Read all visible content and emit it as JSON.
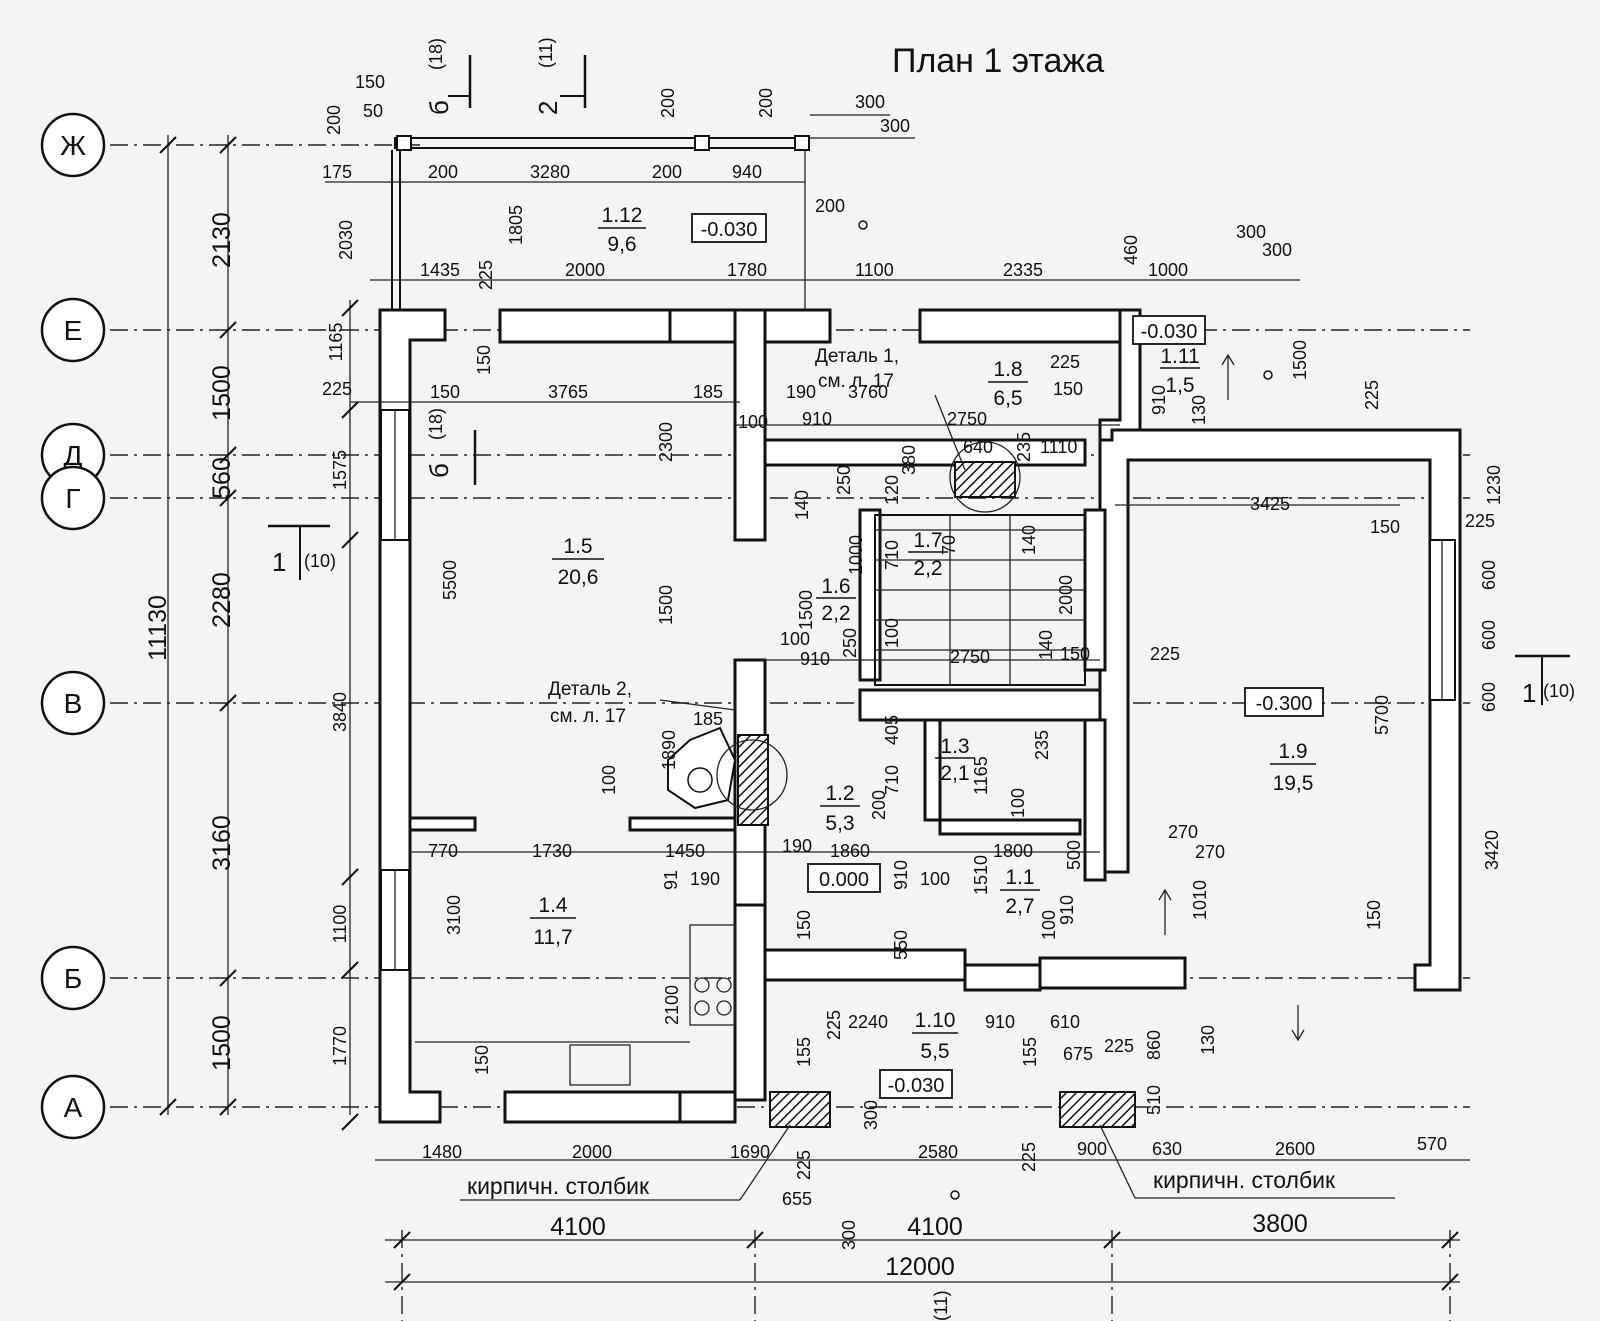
{
  "title": "План 1 этажа",
  "axes": {
    "rows": [
      "Ж",
      "Е",
      "Д",
      "Г",
      "В",
      "Б",
      "А"
    ]
  },
  "rooms": [
    {
      "id": "1.12",
      "area": "9,6",
      "level": "-0.030"
    },
    {
      "id": "1.8",
      "area": "6,5"
    },
    {
      "id": "1.11",
      "area": "1,5",
      "level": "-0.030"
    },
    {
      "id": "1.5",
      "area": "20,6"
    },
    {
      "id": "1.7",
      "area": "2,2"
    },
    {
      "id": "1.6",
      "area": "2,2"
    },
    {
      "id": "1.9",
      "area": "19,5",
      "level": "-0.300"
    },
    {
      "id": "1.2",
      "area": "5,3",
      "level": "0.000"
    },
    {
      "id": "1.3",
      "area": "2,1"
    },
    {
      "id": "1.1",
      "area": "2,7"
    },
    {
      "id": "1.4",
      "area": "11,7"
    },
    {
      "id": "1.10",
      "area": "5,5",
      "level": "-0.030"
    }
  ],
  "notes": {
    "detail1_a": "Деталь 1,",
    "detail1_b": "см. л. 17",
    "detail2_a": "Деталь 2,",
    "detail2_b": "см. л. 17",
    "pillar_left": "кирпичн. столбик",
    "pillar_right": "кирпичн. столбик"
  },
  "section_marks": {
    "b18": "б",
    "b18_ref": "(18)",
    "s2": "2",
    "s2_ref": "(11)",
    "s1": "1",
    "s1_ref": "(10)",
    "bottom_ref": "(11)"
  },
  "dims_left_outer": [
    "2130",
    "1500",
    "560",
    "2280",
    "3160",
    "1500",
    "11130"
  ],
  "dims_left_inner": [
    "2030",
    "1165",
    "225",
    "1575",
    "3840",
    "1100",
    "1770"
  ],
  "dims_bottom": [
    "4100",
    "4100",
    "3800",
    "12000",
    "1480",
    "2000",
    "1690",
    "2580",
    "900",
    "630",
    "2600",
    "570",
    "655",
    "225",
    "300",
    "225"
  ],
  "dims_top": [
    "150",
    "50",
    "200",
    "175",
    "200",
    "3280",
    "200",
    "940",
    "200",
    "200",
    "300",
    "300",
    "200",
    "1805",
    "1435",
    "225",
    "2000",
    "1780",
    "1100",
    "2335",
    "460",
    "1000",
    "300",
    "300",
    "1500",
    "225"
  ],
  "dims_interior": [
    "150",
    "3765",
    "185",
    "190",
    "3760",
    "225",
    "150",
    "910",
    "130",
    "100",
    "910",
    "2750",
    "380",
    "640",
    "235",
    "1110",
    "2300",
    "5500",
    "150",
    "3425",
    "150",
    "225",
    "1230",
    "140",
    "250",
    "120",
    "710",
    "70",
    "1000",
    "1500",
    "140",
    "2000",
    "1500",
    "100",
    "100",
    "910",
    "250",
    "2750",
    "140",
    "150",
    "225",
    "600",
    "600",
    "600",
    "5700",
    "185",
    "1890",
    "405",
    "235",
    "100",
    "710",
    "1165",
    "200",
    "100",
    "3420",
    "770",
    "1730",
    "1450",
    "190",
    "1860",
    "1800",
    "500",
    "270",
    "270",
    "91",
    "190",
    "910",
    "100",
    "1510",
    "910",
    "1010",
    "3100",
    "150",
    "550",
    "100",
    "150",
    "2100",
    "225",
    "2240",
    "910",
    "610",
    "130",
    "150",
    "155",
    "155",
    "675",
    "225",
    "860",
    "510",
    "300"
  ]
}
